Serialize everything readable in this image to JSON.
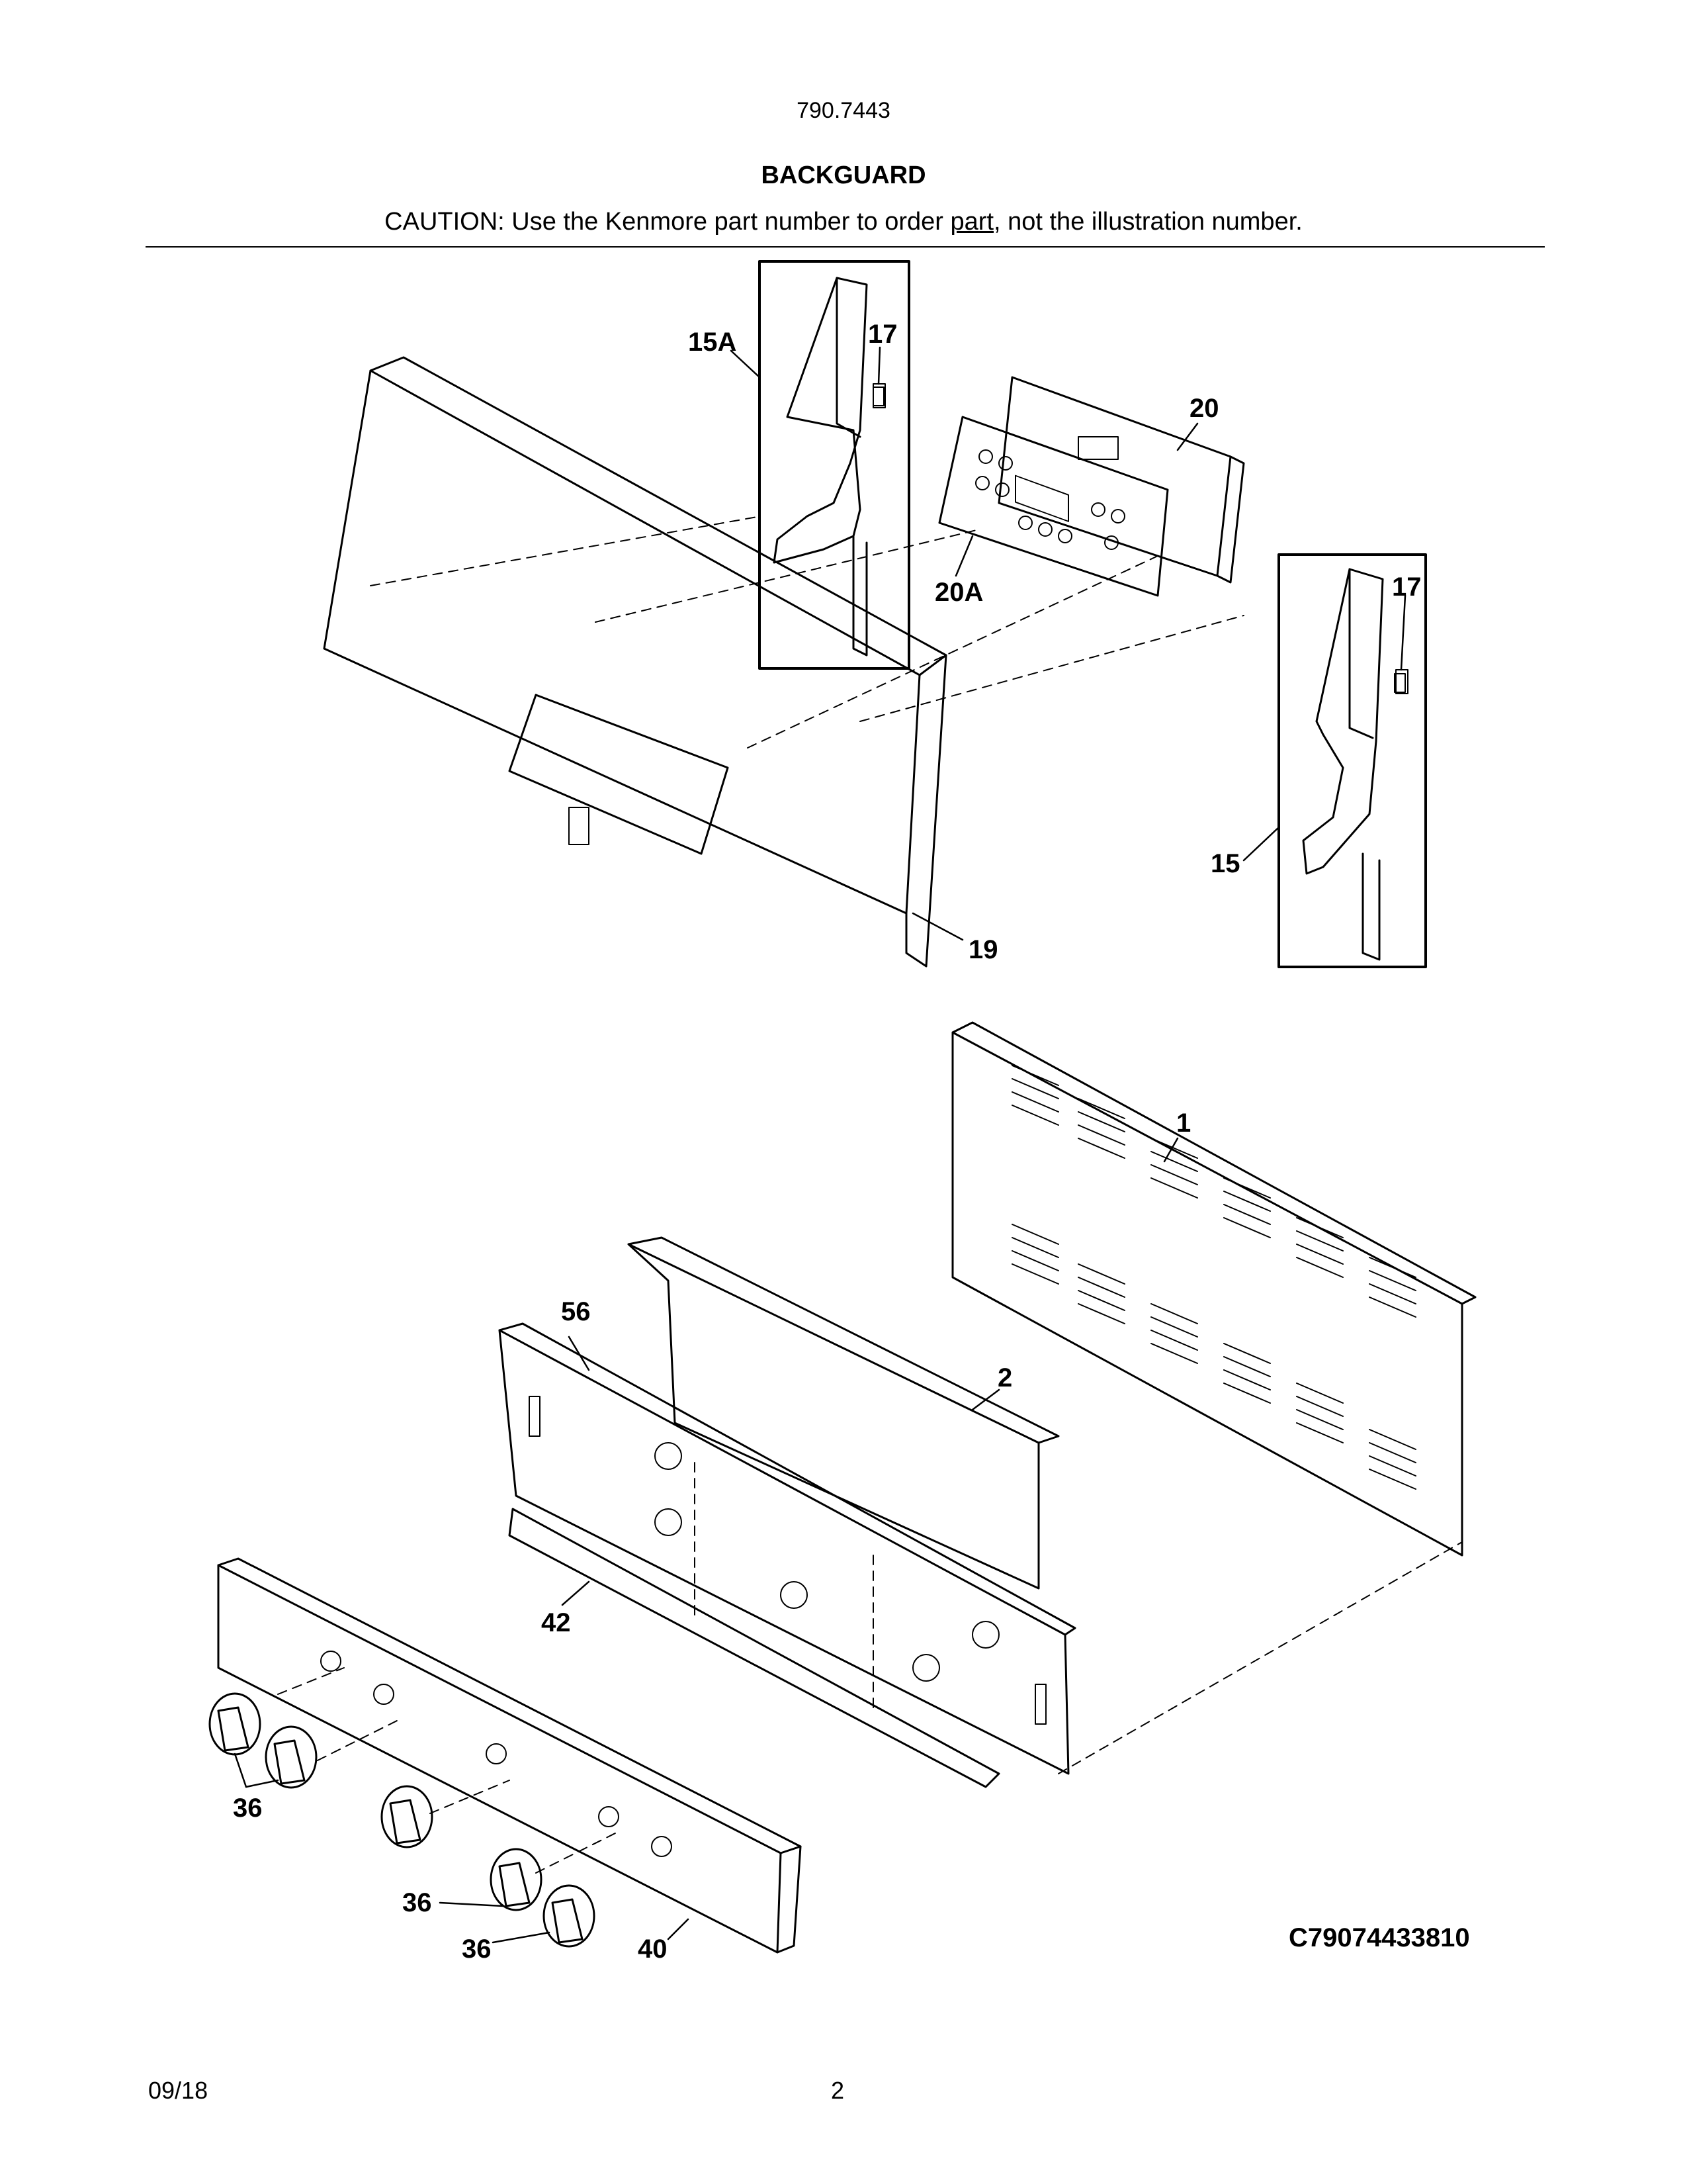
{
  "header": {
    "model_number": "790.7443",
    "title": "BACKGUARD",
    "caution_prefix": "CAUTION: Use the Kenmore part number to order ",
    "caution_underlined": "part",
    "caution_suffix": ", not the illustration number."
  },
  "footer": {
    "date": "09/18",
    "page_number": "2",
    "diagram_code": "C79074433810"
  },
  "callouts": {
    "c15A": "15A",
    "c17_left": "17",
    "c20": "20",
    "c20A": "20A",
    "c17_right": "17",
    "c15": "15",
    "c19": "19",
    "c1": "1",
    "c56": "56",
    "c2": "2",
    "c42": "42",
    "c36_a": "36",
    "c36_b": "36",
    "c36_c": "36",
    "c40": "40"
  }
}
